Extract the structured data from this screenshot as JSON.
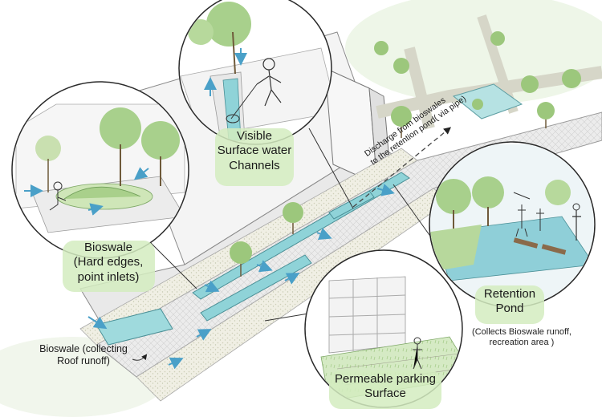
{
  "labels": {
    "surface_channels": [
      "Visible",
      "Surface water",
      "Channels"
    ],
    "bioswale_hard": [
      "Bioswale",
      "(Hard edges,",
      "point inlets)"
    ],
    "retention_pond": [
      "Retention",
      "Pond"
    ],
    "retention_note": [
      "(Collects Bioswale runoff,",
      "recreation area )"
    ],
    "bioswale_roof": [
      "Bioswale (collecting",
      "Roof runoff)"
    ],
    "permeable_parking": [
      "Permeable parking",
      "Surface"
    ],
    "discharge": [
      "Discharge from bioswales",
      "to the retention pond( via pipe)"
    ]
  },
  "colors": {
    "water": "#8fd3d8",
    "tree": "#9cc77c",
    "highlight": "#d3ecc0",
    "arrow": "#4aa0c8",
    "line": "#333333"
  }
}
